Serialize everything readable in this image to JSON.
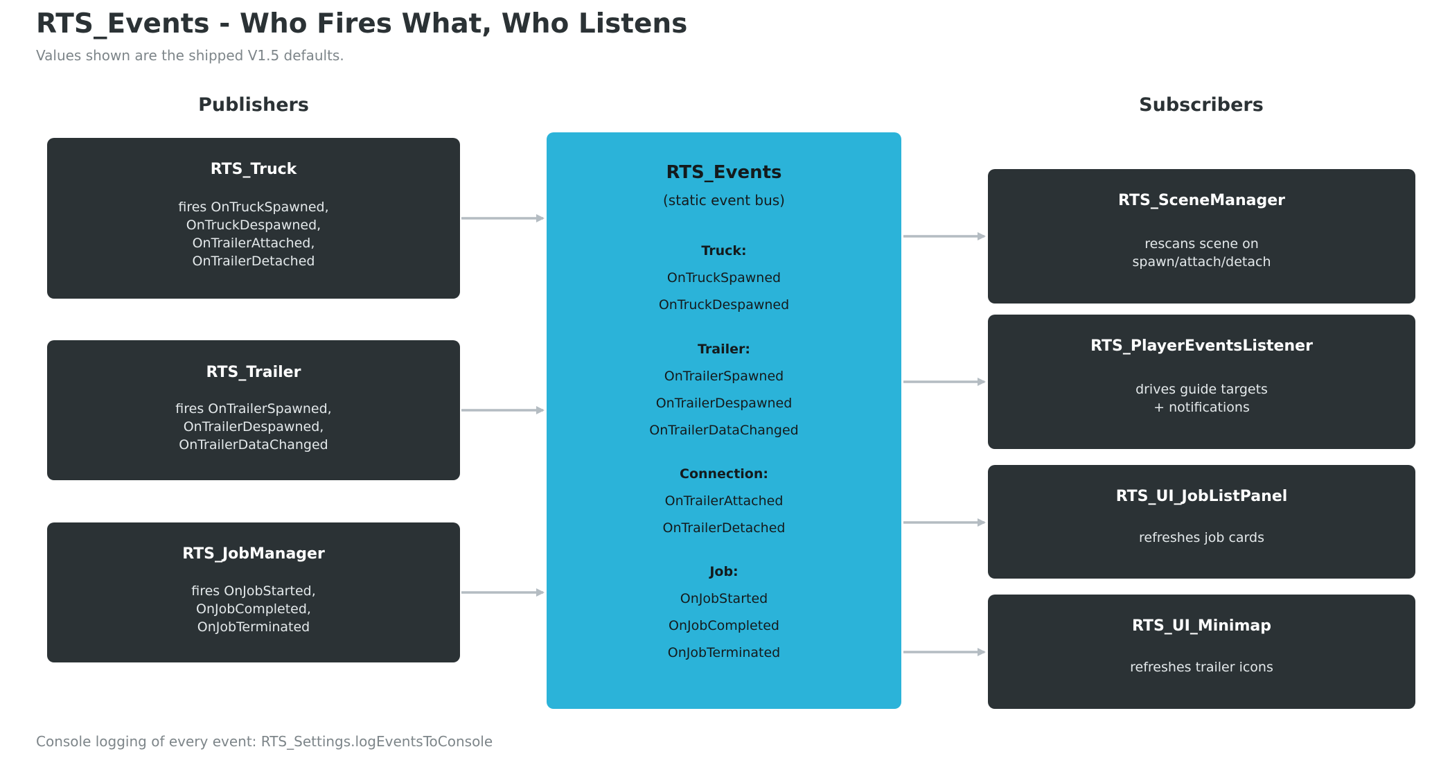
{
  "title": "RTS_Events - Who Fires What, Who Listens",
  "subtitle": "Values shown are the shipped V1.5 defaults.",
  "columns": {
    "publishers": "Publishers",
    "subscribers": "Subscribers"
  },
  "publishers": [
    {
      "name": "RTS_Truck",
      "desc": "fires OnTruckSpawned,\nOnTruckDespawned,\nOnTrailerAttached,\nOnTrailerDetached"
    },
    {
      "name": "RTS_Trailer",
      "desc": "fires OnTrailerSpawned,\nOnTrailerDespawned,\nOnTrailerDataChanged"
    },
    {
      "name": "RTS_JobManager",
      "desc": "fires OnJobStarted,\nOnJobCompleted,\nOnJobTerminated"
    }
  ],
  "bus": {
    "title": "RTS_Events",
    "subtitle": "(static event bus)",
    "groups": [
      {
        "label": "Truck:",
        "events": [
          "OnTruckSpawned",
          "OnTruckDespawned"
        ]
      },
      {
        "label": "Trailer:",
        "events": [
          "OnTrailerSpawned",
          "OnTrailerDespawned",
          "OnTrailerDataChanged"
        ]
      },
      {
        "label": "Connection:",
        "events": [
          "OnTrailerAttached",
          "OnTrailerDetached"
        ]
      },
      {
        "label": "Job:",
        "events": [
          "OnJobStarted",
          "OnJobCompleted",
          "OnJobTerminated"
        ]
      }
    ]
  },
  "subscribers": [
    {
      "name": "RTS_SceneManager",
      "desc": "rescans scene on\nspawn/attach/detach"
    },
    {
      "name": "RTS_PlayerEventsListener",
      "desc": "drives guide targets\n+ notifications"
    },
    {
      "name": "RTS_UI_JobListPanel",
      "desc": "refreshes job cards"
    },
    {
      "name": "RTS_UI_Minimap",
      "desc": "refreshes trailer icons"
    }
  ],
  "footer": "Console logging of every event: RTS_Settings.logEventsToConsole",
  "colors": {
    "box": "#2b3235",
    "bus": "#2bb3d9",
    "arrow": "#b4bcc2",
    "title": "#2b3235",
    "muted": "#7d8589"
  }
}
